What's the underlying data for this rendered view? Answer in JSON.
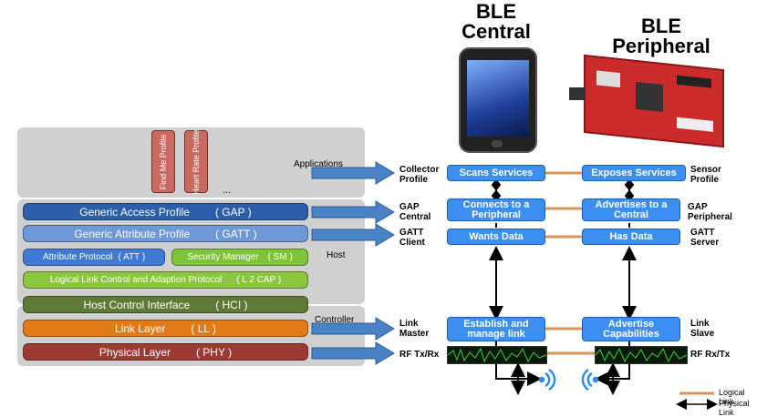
{
  "titles": {
    "central_line1": "BLE",
    "central_line2": "Central",
    "peripheral_line1": "BLE",
    "peripheral_line2": "Peripheral"
  },
  "stack": {
    "profiles": [
      "Find Me Profile",
      "Heart Rate Profile"
    ],
    "ellipsis": "...",
    "gap": {
      "name": "Generic Access Profile",
      "abbr": "( GAP )"
    },
    "gatt": {
      "name": "Generic Attribute Profile",
      "abbr": "( GATT )"
    },
    "att": {
      "name": "Attribute Protocol",
      "abbr": "( ATT )"
    },
    "sm": {
      "name": "Security Manager",
      "abbr": "( SM )"
    },
    "l2cap": {
      "name": "Logical Link Control and Adaption Protocol",
      "abbr": "( L 2 CAP )"
    },
    "hci": {
      "name": "Host Control Interface",
      "abbr": "( HCI )"
    },
    "ll": {
      "name": "Link Layer",
      "abbr": "( LL )"
    },
    "phy": {
      "name": "Physical Layer",
      "abbr": "( PHY )"
    }
  },
  "section_labels": {
    "applications": "Applications",
    "host": "Host",
    "controller": "Controller"
  },
  "central_labels": {
    "app": [
      "Collector",
      "Profile"
    ],
    "gap": [
      "GAP",
      "Central"
    ],
    "gatt": [
      "GATT",
      "Client"
    ],
    "link": [
      "Link",
      "Master"
    ],
    "rf": "RF Tx/Rx"
  },
  "peripheral_labels": {
    "app": [
      "Sensor",
      "Profile"
    ],
    "gap": [
      "GAP",
      "Peripheral"
    ],
    "gatt": [
      "GATT",
      "Server"
    ],
    "link": [
      "Link",
      "Slave"
    ],
    "rf": "RF Rx/Tx"
  },
  "central_boxes": {
    "scans": "Scans Services",
    "connects": [
      "Connects to a",
      "Peripheral"
    ],
    "wants": "Wants Data",
    "establish": [
      "Establish and",
      "manage link"
    ]
  },
  "peripheral_boxes": {
    "exposes": "Exposes Services",
    "advertises": [
      "Advertises to a",
      "Central"
    ],
    "has": "Has Data",
    "advertise_cap": [
      "Advertise",
      "Capabilities"
    ]
  },
  "legend": {
    "logical": "Logical Link",
    "physical": "Physical Link"
  },
  "colors": {
    "gap": "#2d5ea9",
    "gatt": "#6f99d6",
    "att": "#3f7bd6",
    "sm": "#7dc43a",
    "l2cap": "#8cc63f",
    "hci": "#5f7a36",
    "ll": "#e07b18",
    "phy": "#9c3a34",
    "blue_box": "#3b8ff0",
    "logical_link": "#d9945a"
  }
}
